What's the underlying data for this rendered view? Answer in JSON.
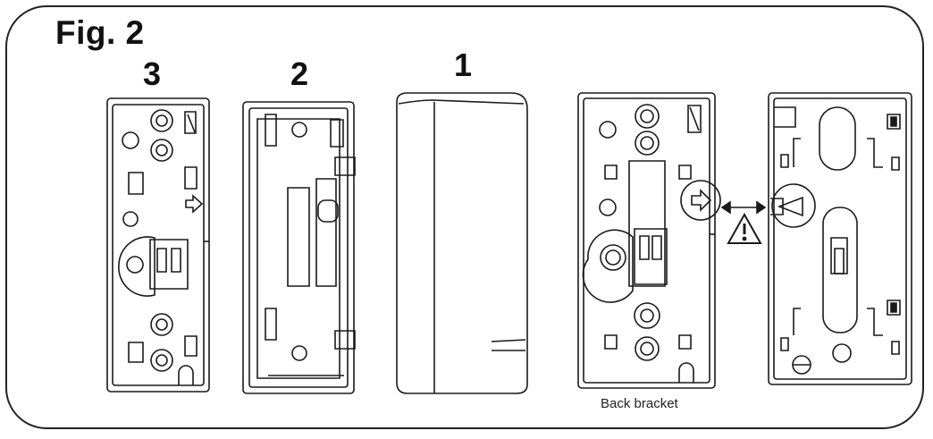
{
  "figure": {
    "title": "Fig. 2",
    "part_numbers": [
      "3",
      "2",
      "1"
    ],
    "caption": "Back bracket",
    "warning_symbol": "!"
  },
  "colors": {
    "stroke": "#1a1a1a",
    "background": "#ffffff",
    "fill_dark": "#333333"
  },
  "icons": [
    "arrow-right-icon",
    "double-arrow-icon",
    "warning-triangle-icon"
  ]
}
